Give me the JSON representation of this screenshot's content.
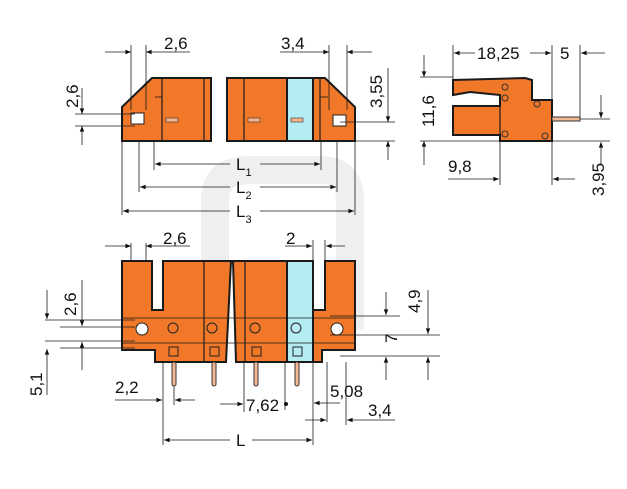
{
  "colors": {
    "body": "#f07828",
    "marker": "#b4ecf2",
    "pin": "#f4b894",
    "watermark": "#ececec"
  },
  "top_view": {
    "d_left": "2,6",
    "d_right": "3,4",
    "d_vert_left": "2,6",
    "d_vert_right": "3,55",
    "l1": "L",
    "l1_sub": "1",
    "l2": "L",
    "l2_sub": "2",
    "l3": "L",
    "l3_sub": "3"
  },
  "side_view": {
    "width": "18,25",
    "pin": "5",
    "height": "11,6",
    "offset": "9,8",
    "pin_height": "3,95"
  },
  "front_view": {
    "d_left": "2,6",
    "d_marker": "2",
    "d_vert_left": "2,6",
    "d_flange": "5,1",
    "d_vert_right": "4,9",
    "d_seven": "7",
    "d_pin_offset": "2,2",
    "pitch": "7,62",
    "d_508": "5,08",
    "d_34": "3,4",
    "length": "L"
  }
}
